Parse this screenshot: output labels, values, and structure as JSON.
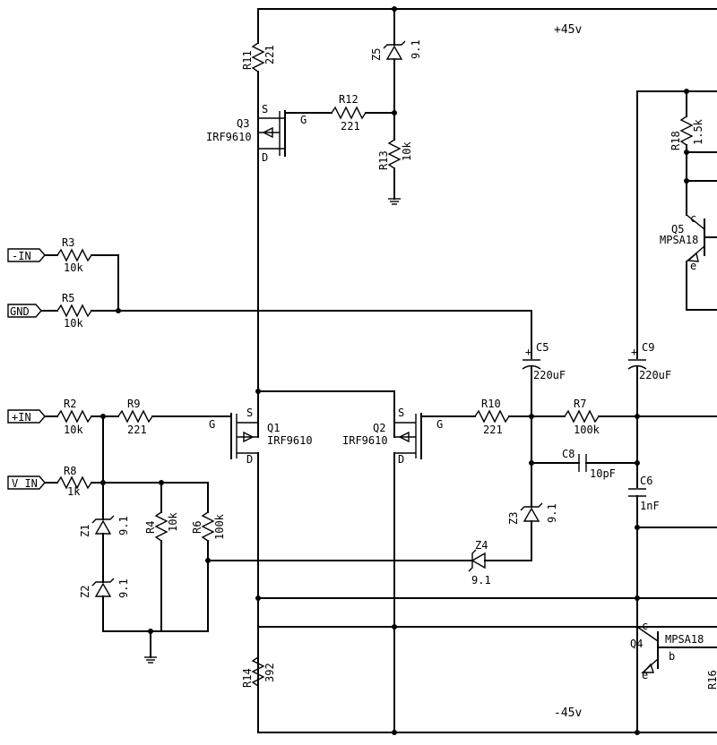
{
  "rails": {
    "pos": "+45v",
    "neg": "-45v"
  },
  "inputs": {
    "minus_in": "-IN",
    "gnd": "GND",
    "plus_in": "+IN",
    "v_in": "V IN"
  },
  "resistors": {
    "R2": {
      "name": "R2",
      "value": "10k"
    },
    "R3": {
      "name": "R3",
      "value": "10k"
    },
    "R4": {
      "name": "R4",
      "value": "10k"
    },
    "R5": {
      "name": "R5",
      "value": "10k"
    },
    "R6": {
      "name": "R6",
      "value": "100k"
    },
    "R7": {
      "name": "R7",
      "value": "100k"
    },
    "R8": {
      "name": "R8",
      "value": "1k"
    },
    "R9": {
      "name": "R9",
      "value": "221"
    },
    "R10": {
      "name": "R10",
      "value": "221"
    },
    "R11": {
      "name": "R11",
      "value": "221"
    },
    "R12": {
      "name": "R12",
      "value": "221"
    },
    "R13": {
      "name": "R13",
      "value": "10k"
    },
    "R14": {
      "name": "R14",
      "value": "392"
    },
    "R18": {
      "name": "R18",
      "value": "1.5k"
    },
    "R16": {
      "name": "R16"
    }
  },
  "capacitors": {
    "C5": {
      "name": "C5",
      "value": "220uF"
    },
    "C6": {
      "name": "C6",
      "value": "1nF"
    },
    "C8": {
      "name": "C8",
      "value": "10pF"
    },
    "C9": {
      "name": "C9",
      "value": "220uF"
    }
  },
  "zeners": {
    "Z1": {
      "name": "Z1",
      "value": "9.1"
    },
    "Z2": {
      "name": "Z2",
      "value": "9.1"
    },
    "Z3": {
      "name": "Z3",
      "value": "9.1"
    },
    "Z4": {
      "name": "Z4",
      "value": "9.1"
    },
    "Z5": {
      "name": "Z5",
      "value": "9.1"
    }
  },
  "transistors": {
    "Q1": {
      "name": "Q1",
      "part": "IRF9610"
    },
    "Q2": {
      "name": "Q2",
      "part": "IRF9610"
    },
    "Q3": {
      "name": "Q3",
      "part": "IRF9610"
    },
    "Q4": {
      "name": "Q4",
      "part": "MPSA18"
    },
    "Q5": {
      "name": "Q5",
      "part": "MPSA18"
    }
  },
  "pins": {
    "S": "S",
    "G": "G",
    "D": "D",
    "c": "c",
    "b": "b",
    "e": "e"
  },
  "polarity": {
    "plus": "+"
  }
}
